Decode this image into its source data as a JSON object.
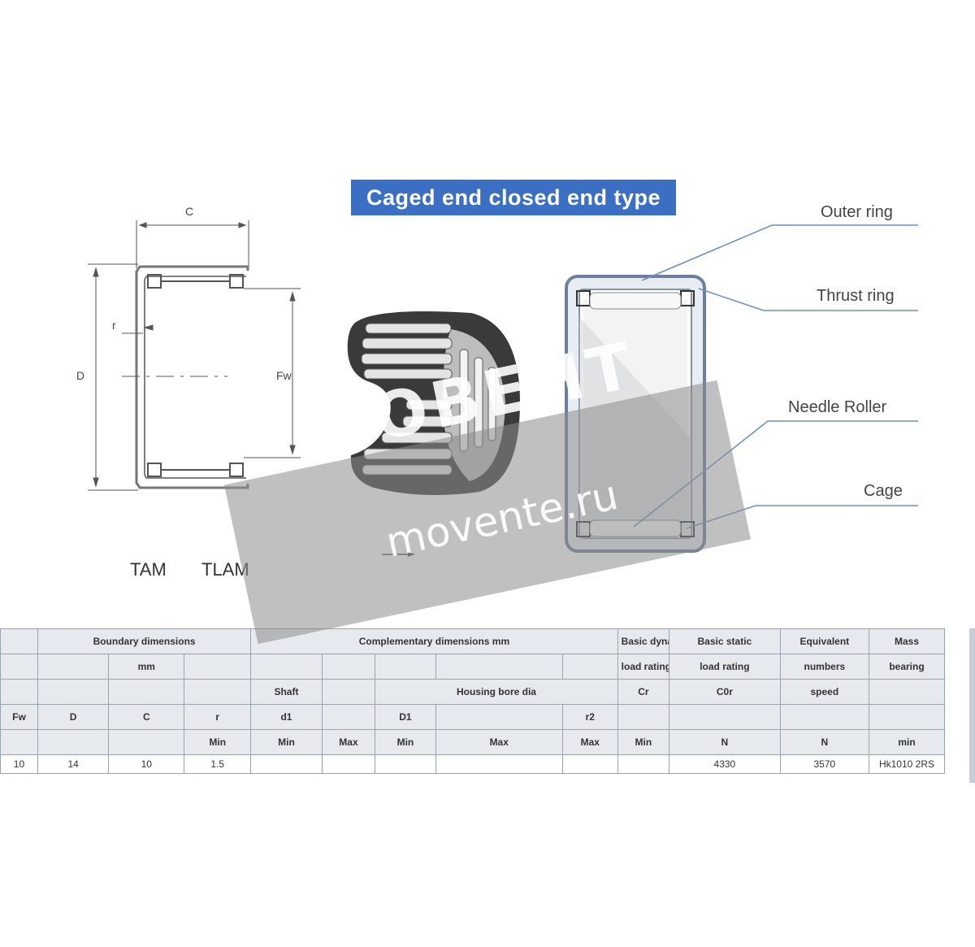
{
  "title": "Caged end closed end type",
  "callouts": {
    "outer_ring": "Outer ring",
    "thrust_ring": "Thrust ring",
    "needle_roller": "Needle Roller",
    "cage": "Cage"
  },
  "dimension_labels": {
    "c": "C",
    "r": "r",
    "d": "D",
    "fw": "Fw"
  },
  "model_labels": [
    "TAM",
    "TLAM"
  ],
  "watermark": {
    "brand": "MOBEHT",
    "site": "movente.ru"
  },
  "table": {
    "header_row1": [
      "",
      "Boundary dimensions",
      "Complementary dimensions mm",
      "Basic dynamic",
      "Basic static",
      "Equivalent",
      "Mass"
    ],
    "header_row2": [
      "",
      "",
      "mm",
      "",
      "",
      "",
      "",
      "",
      "",
      "load rating",
      "load rating",
      "numbers",
      "bearing"
    ],
    "header_row3": [
      "",
      "",
      "",
      "",
      "Shaft",
      "",
      "Housing bore dia",
      "",
      "",
      "Cr",
      "C0r",
      "speed"
    ],
    "header_row4": [
      "Fw",
      "D",
      "C",
      "r",
      "d1",
      "",
      "D1",
      "",
      "r2",
      "",
      "",
      ""
    ],
    "header_row5": [
      "",
      "",
      "",
      "Min",
      "Min",
      "Max",
      "Min",
      "Max",
      "Max",
      "Min",
      "N",
      "N",
      "min"
    ],
    "data_row": [
      "10",
      "14",
      "10",
      "1.5",
      "",
      "",
      "",
      "",
      "",
      "",
      "4330",
      "3570",
      "Hk1010 2RS"
    ]
  }
}
